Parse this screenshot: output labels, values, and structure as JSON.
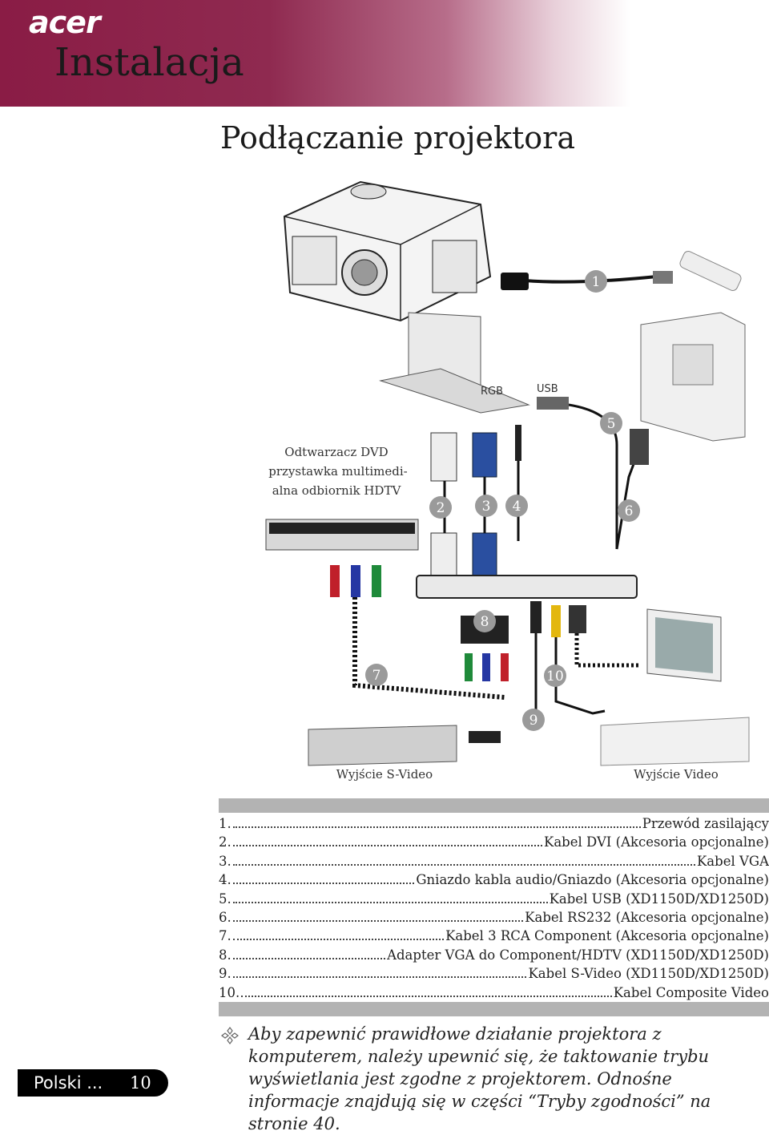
{
  "header": {
    "brand": "acer",
    "section": "Instalacja"
  },
  "page_title": "Podłączanie projektora",
  "diagram": {
    "label_rgb": "RGB",
    "label_usb": "USB",
    "dvd_label_line1": "Odtwarzacz DVD",
    "dvd_label_line2": "przystawka multimedi-",
    "dvd_label_line3": "alna odbiornik HDTV",
    "svideo_out": "Wyjście S-Video",
    "video_out": "Wyjście Video",
    "numbers": [
      "1",
      "2",
      "3",
      "4",
      "5",
      "6",
      "7",
      "8",
      "9",
      "10"
    ]
  },
  "legend": [
    {
      "num": "1.",
      "text": "Przewód zasilający"
    },
    {
      "num": "2.",
      "text": "Kabel DVI (Akcesoria opcjonalne)"
    },
    {
      "num": "3.",
      "text": "Kabel VGA"
    },
    {
      "num": "4.",
      "text": "Gniazdo kabla audio/Gniazdo (Akcesoria opcjonalne)"
    },
    {
      "num": "5.",
      "text": "Kabel USB (XD1150D/XD1250D)"
    },
    {
      "num": "6.",
      "text": "Kabel RS232 (Akcesoria opcjonalne)"
    },
    {
      "num": "7.",
      "text": "Kabel 3 RCA Component (Akcesoria opcjonalne)"
    },
    {
      "num": "8.",
      "text": "Adapter VGA do Component/HDTV (XD1150D/XD1250D)"
    },
    {
      "num": "9.",
      "text": "Kabel S-Video (XD1150D/XD1250D)"
    },
    {
      "num": "10.",
      "text": "Kabel Composite Video"
    }
  ],
  "note": "Aby zapewnić prawidłowe działanie projektora z komputerem, należy upewnić się, że taktowanie trybu wyświetlania jest zgodne z projektorem. Odnośne informacje znajdują się w części “Tryby zgodności” na stronie 40.",
  "footer": {
    "language": "Polski ...",
    "page": "10"
  }
}
